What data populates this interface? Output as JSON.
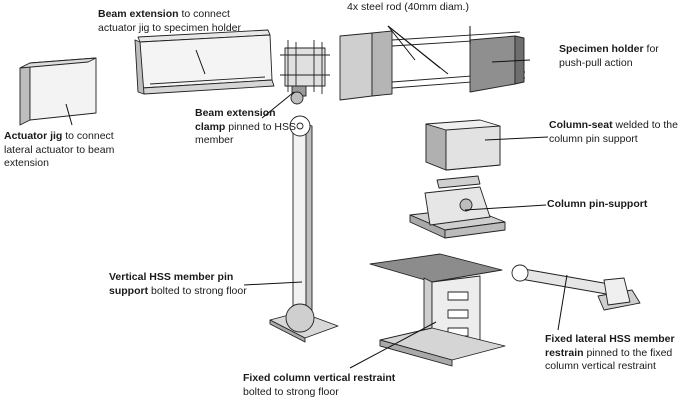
{
  "labels": {
    "beam_extension": {
      "bold": "Beam extension",
      "rest": " to connect actuator jig to specimen holder"
    },
    "steel_rod": {
      "text": "4x steel rod (40mm diam.)"
    },
    "specimen_holder": {
      "bold": "Specimen holder",
      "rest": " for push-pull action"
    },
    "actuator_jig": {
      "bold": "Actuator jig",
      "rest": " to connect lateral actuator to beam extension"
    },
    "beam_extension_clamp": {
      "bold": "Beam extension clamp",
      "rest": " pinned to HSS member"
    },
    "column_seat": {
      "bold": "Column-seat",
      "rest": " welded to the column pin support"
    },
    "column_pin_support": {
      "bold": "Column pin-support",
      "rest": ""
    },
    "vertical_hss": {
      "bold": "Vertical HSS member pin support",
      "rest": " bolted to strong floor"
    },
    "fixed_lateral_hss": {
      "bold": "Fixed lateral HSS member restrain",
      "rest": " pinned to the fixed column vertical restraint"
    },
    "fixed_column_restraint": {
      "bold": "Fixed column vertical restraint",
      "rest": " bolted to strong floor"
    }
  },
  "colors": {
    "steel_light": "#f2f2f2",
    "steel_mid": "#d9d9d9",
    "steel_dark": "#a6a6a6",
    "plate": "#8c8c8c",
    "line": "#222222"
  }
}
